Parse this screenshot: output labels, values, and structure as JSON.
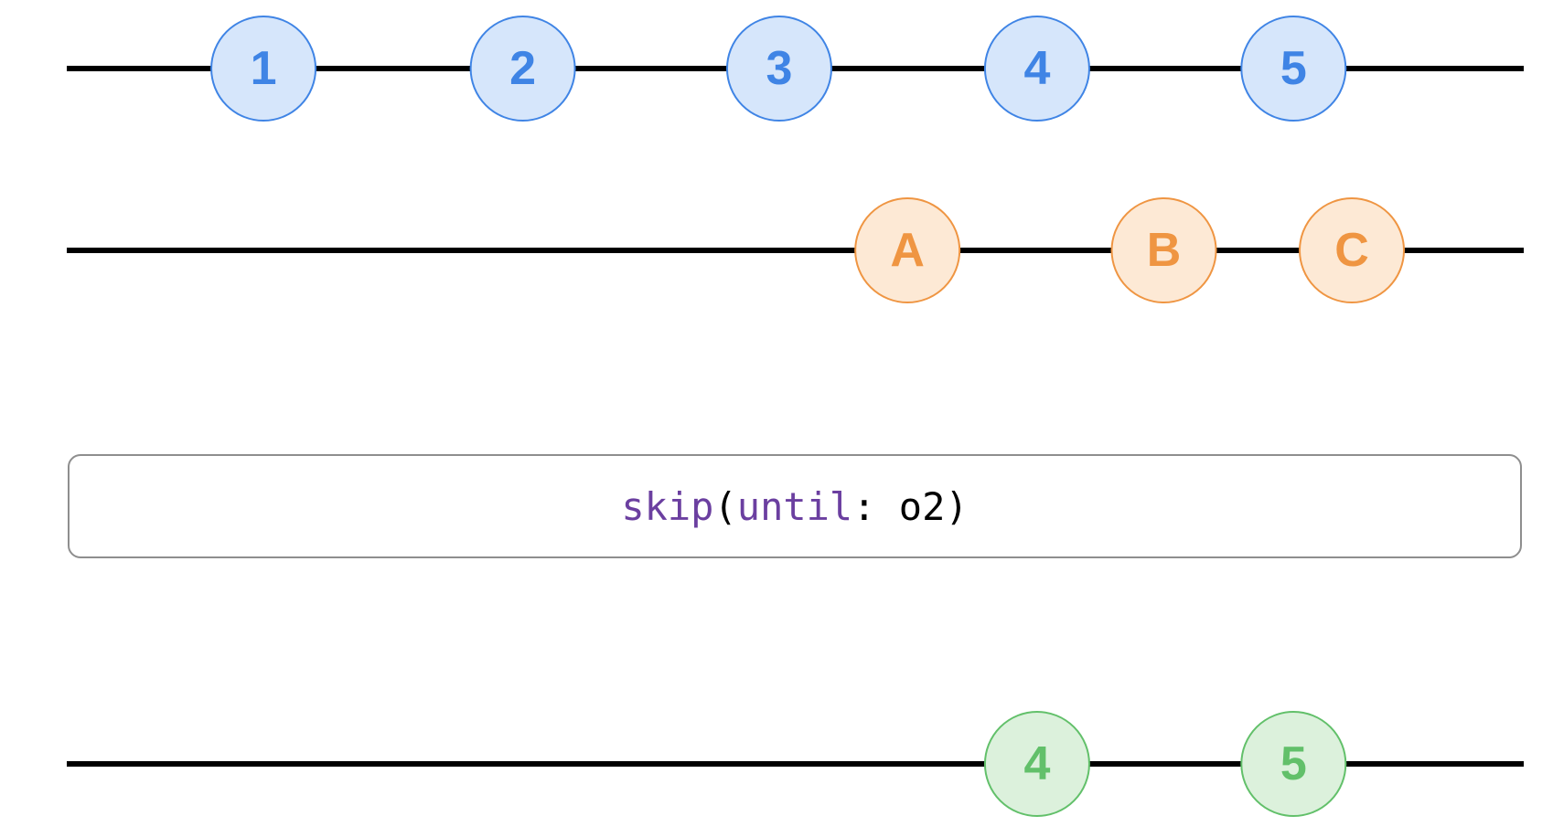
{
  "colors": {
    "line": "#000000",
    "source": {
      "fill": "#d6e6fb",
      "stroke": "#3f84e5",
      "text": "#3f84e5"
    },
    "notifier": {
      "fill": "#fde9d5",
      "stroke": "#ef9542",
      "text": "#ef9542"
    },
    "result": {
      "fill": "#dcf1dc",
      "stroke": "#62c06a",
      "text": "#62c06a"
    },
    "code_function": "#6b3fa0",
    "code_plain": "#000000"
  },
  "timelines": [
    {
      "id": "source",
      "palette": "source",
      "events": [
        {
          "label": "1",
          "t": 0.135
        },
        {
          "label": "2",
          "t": 0.313
        },
        {
          "label": "3",
          "t": 0.489
        },
        {
          "label": "4",
          "t": 0.666
        },
        {
          "label": "5",
          "t": 0.842
        }
      ]
    },
    {
      "id": "notifier",
      "palette": "notifier",
      "events": [
        {
          "label": "A",
          "t": 0.577
        },
        {
          "label": "B",
          "t": 0.753
        },
        {
          "label": "C",
          "t": 0.882
        }
      ]
    },
    {
      "id": "result",
      "palette": "result",
      "events": [
        {
          "label": "4",
          "t": 0.666
        },
        {
          "label": "5",
          "t": 0.842
        }
      ]
    }
  ],
  "operator": {
    "fn": "skip",
    "open_paren": "(",
    "param": "until",
    "colon_space": ": ",
    "arg": "o2",
    "close_paren": ")"
  }
}
